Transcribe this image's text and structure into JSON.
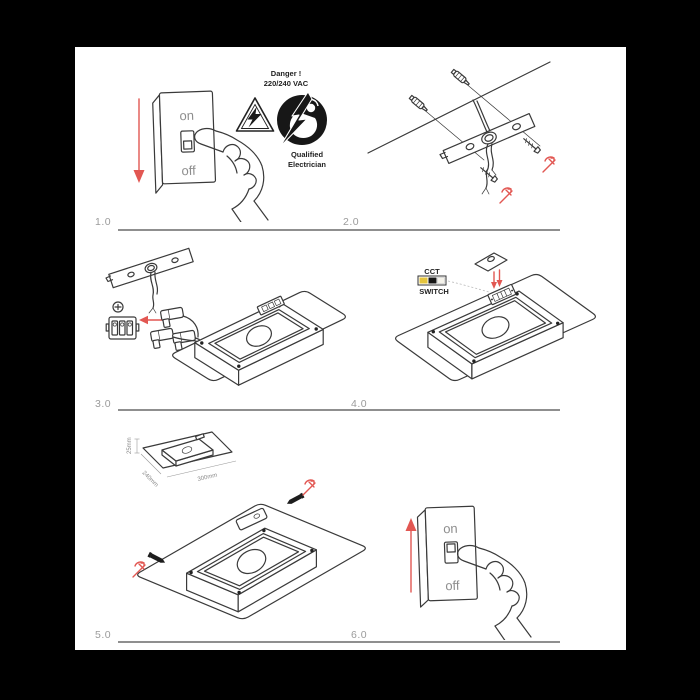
{
  "colors": {
    "background": "#000000",
    "paper": "#ffffff",
    "ink": "#3a3a3a",
    "muted_label": "#9b9b9b",
    "divider_line": "#8f8f8f",
    "accent_red": "#e25752",
    "cct_yellow": "#e4c43d",
    "cct_black": "#161616",
    "cct_white": "#f4f2ea"
  },
  "icons": {
    "arrow-down-icon": "red down arrow (switch power off)",
    "arrow-up-icon": "red up arrow (switch power on)",
    "hand-pointing-icon": "hand with extended index finger",
    "high-voltage-triangle-icon": "warning triangle with lightning bolt",
    "qualified-electrician-badge-icon": "black round badge, electrician with lightning bolt",
    "wall-anchor-icon": "ribbed wall plug anchor",
    "screw-icon": "mounting screw",
    "screwdriver-icon": "red screwdriver turning mark",
    "terminal-block-icon": "3-pole terminal block",
    "wire-connector-icon": "push-in wire connector",
    "cct-switch-icon": "3-position CCT slide switch",
    "screw-head-icon": "circled screw head"
  },
  "steps": {
    "s1": {
      "label": "1.0",
      "danger_line1": "Danger !",
      "danger_line2": "220/240 VAC",
      "qualified_line1": "Qualified",
      "qualified_line2": "Electrician",
      "switch_on": "on",
      "switch_off": "off"
    },
    "s2": {
      "label": "2.0"
    },
    "s3": {
      "label": "3.0"
    },
    "s4": {
      "label": "4.0",
      "cct_label": "CCT",
      "switch_label": "SWITCH"
    },
    "s5": {
      "label": "5.0",
      "dim_height": "25mm",
      "dim_side": "240mm",
      "dim_front": "300mm"
    },
    "s6": {
      "label": "6.0",
      "switch_on": "on",
      "switch_off": "off"
    }
  }
}
